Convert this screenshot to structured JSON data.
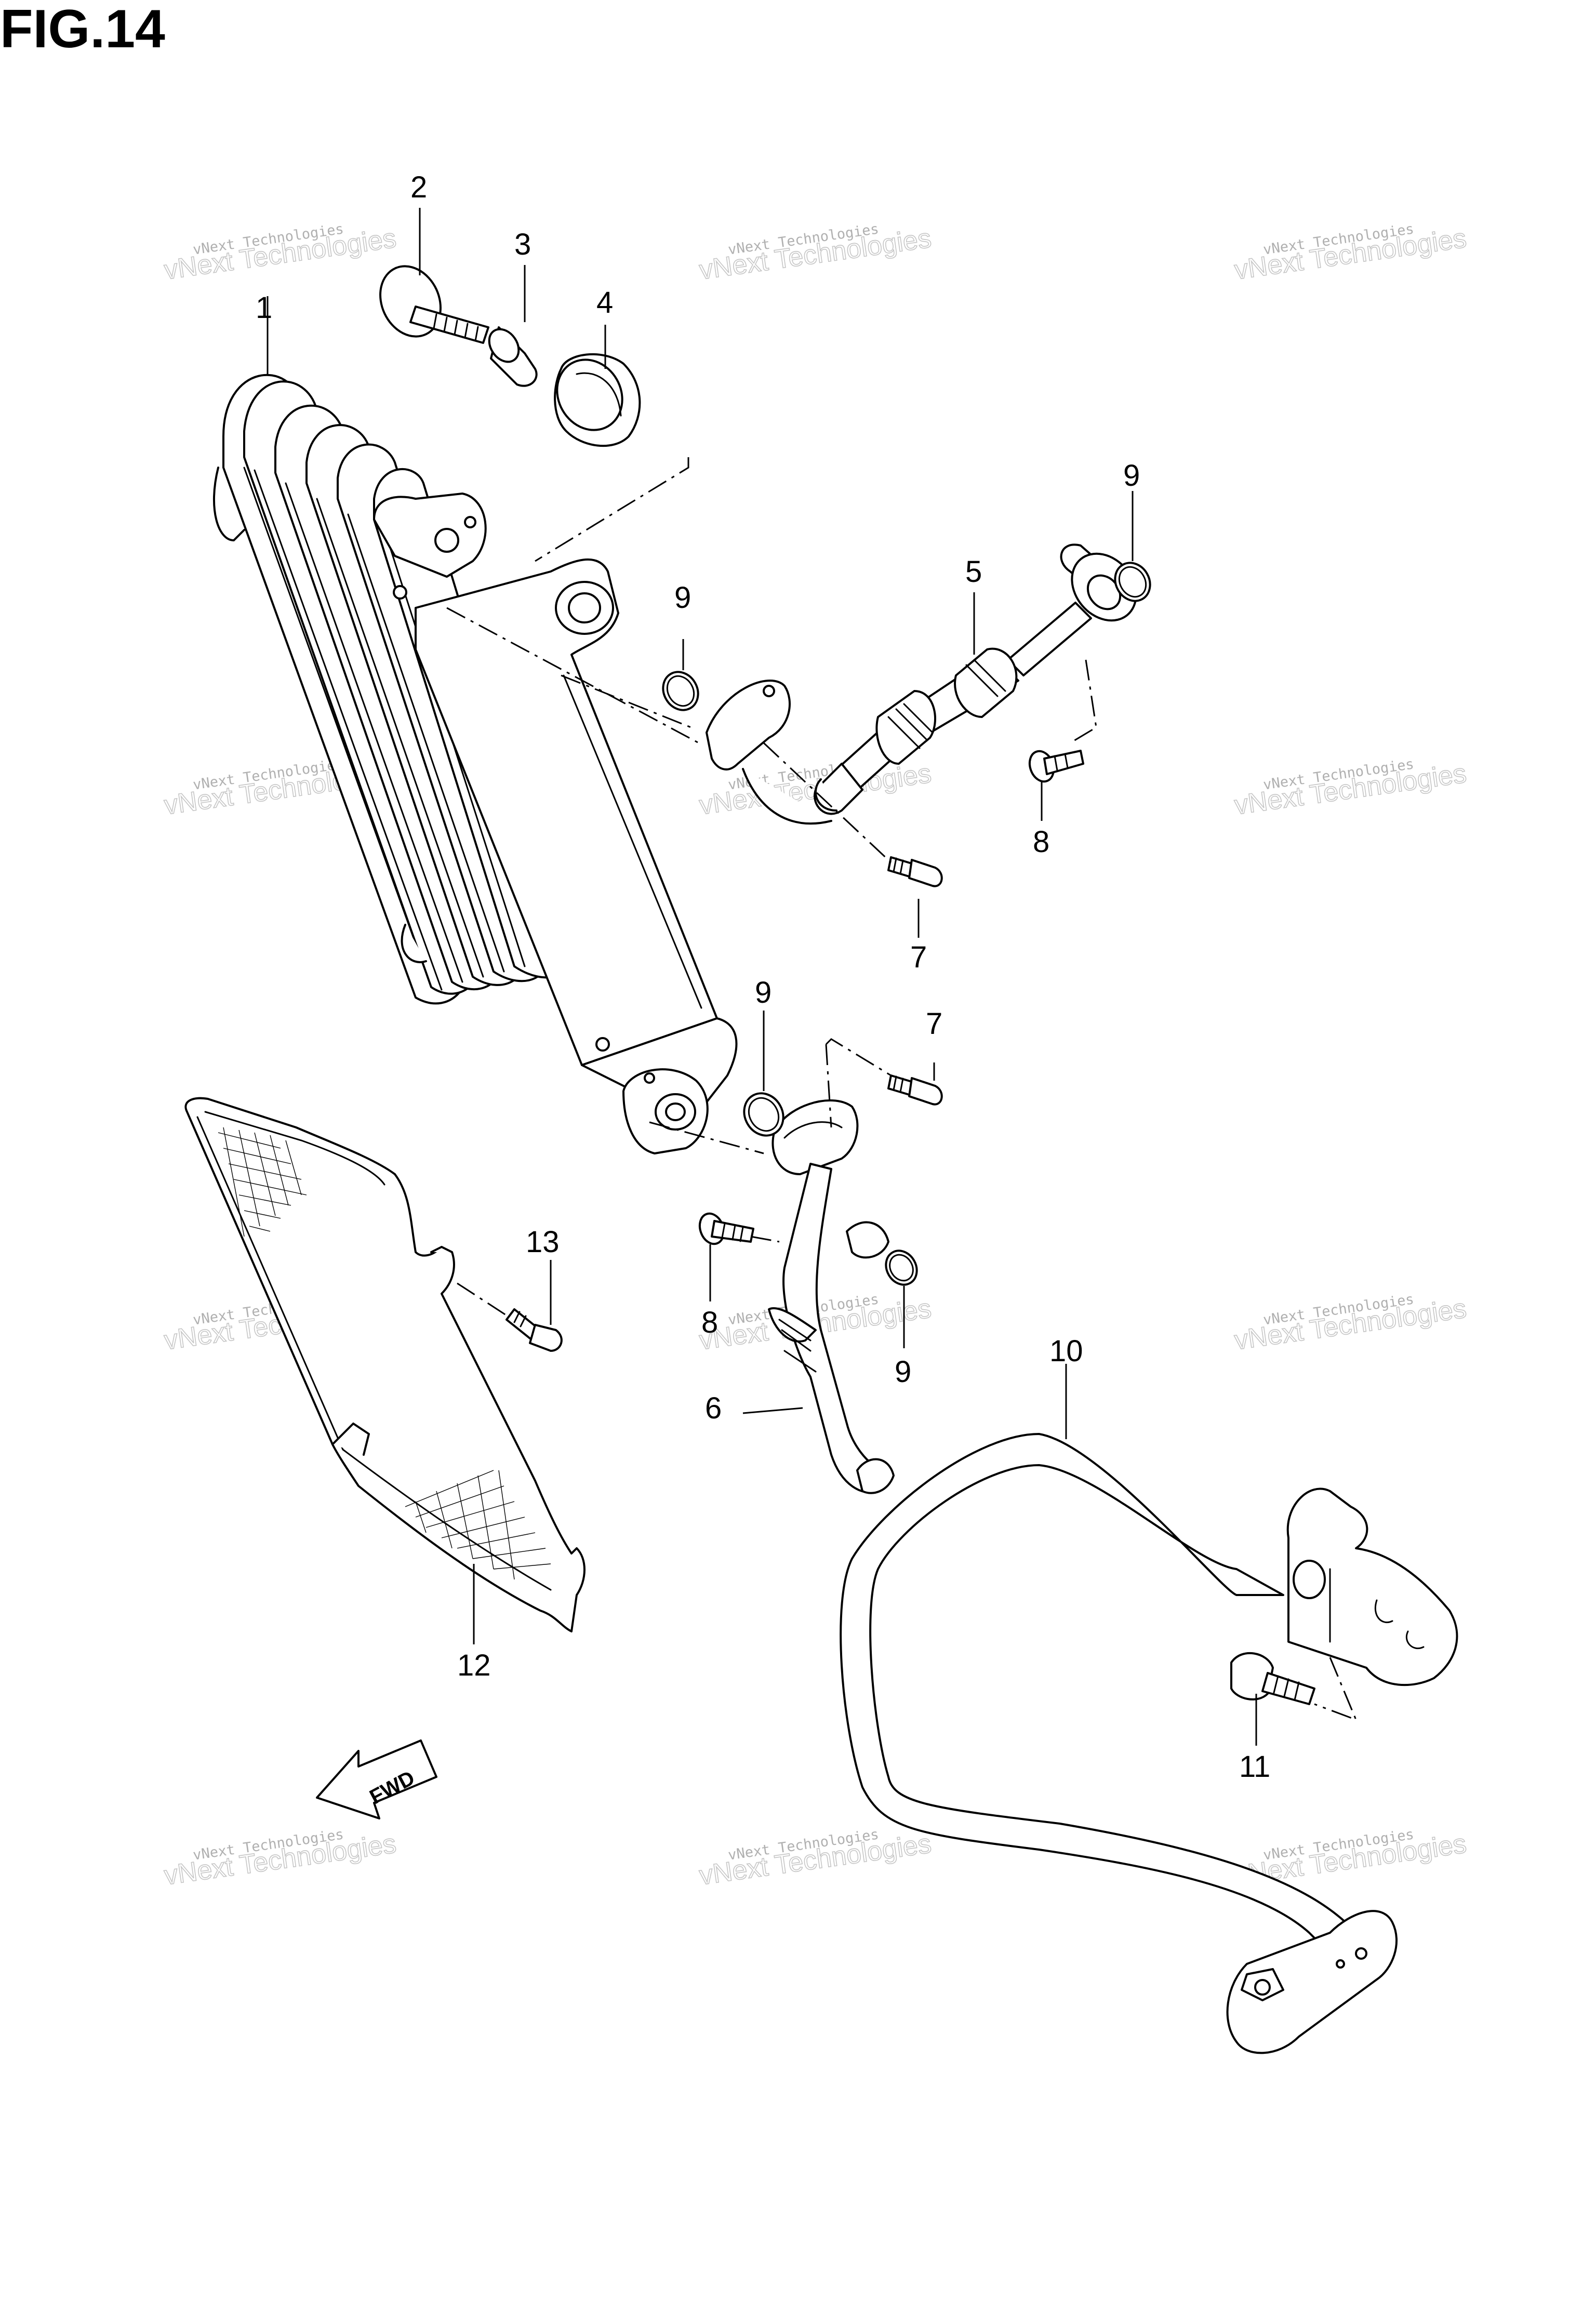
{
  "figure": {
    "title": "FIG.14"
  },
  "watermark": {
    "line1": "vNext Technologies",
    "line2": "vNext Technologies"
  },
  "callouts": {
    "p1": "1",
    "p2": "2",
    "p3": "3",
    "p4": "4",
    "p5": "5",
    "p6": "6",
    "p7a": "7",
    "p7b": "7",
    "p8a": "8",
    "p8b": "8",
    "p9a": "9",
    "p9b": "9",
    "p9c": "9",
    "p9d": "9",
    "p10": "10",
    "p11": "11",
    "p12": "12",
    "p13": "13"
  },
  "fwd_label": "FWD"
}
